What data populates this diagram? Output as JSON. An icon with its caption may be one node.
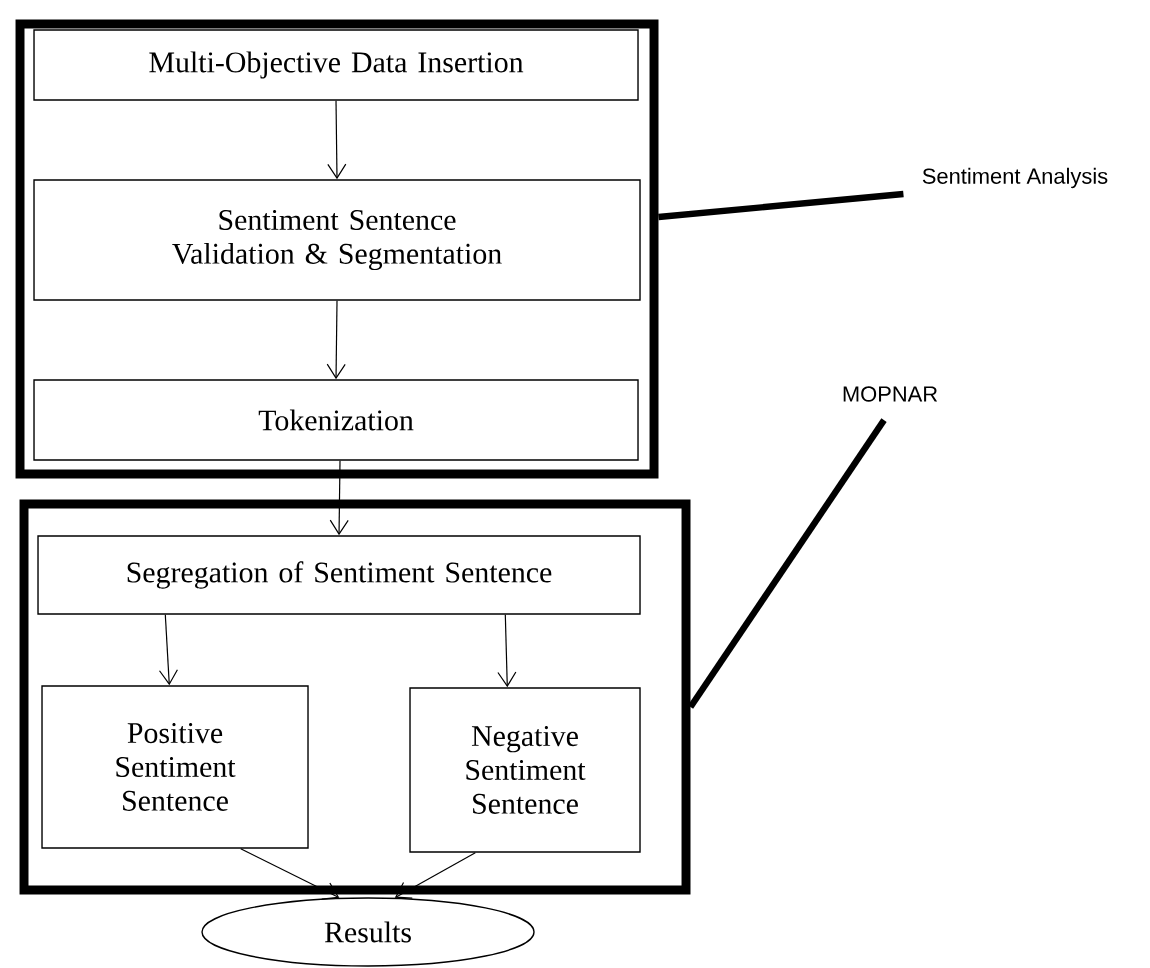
{
  "diagram": {
    "nodes": [
      {
        "text": [],
        "shape": "box"
      },
      {
        "text": [
          "Multi-Objective Data Insertion"
        ],
        "in": 0
      },
      {
        "text": [
          "Sentiment Sentence Validation & Segmentation"
        ],
        "in": 0
      },
      {
        "text": [
          "Tokenization"
        ],
        "in": 0
      },
      {
        "text": [],
        "shape": "box"
      },
      {
        "text": [
          "Segregation of Sentiment Sentence"
        ],
        "in": 4
      },
      {
        "text": [
          "Positive Sentiment Sentence"
        ],
        "in": 4
      },
      {
        "text": [
          "Negative Sentiment Sentence"
        ],
        "in": 4
      },
      {
        "text": [
          "Results"
        ]
      },
      {
        "text": [
          "Sentiment Analysis"
        ]
      },
      {
        "text": [
          "MOPNAR"
        ]
      }
    ],
    "edges": [
      {
        "from": 1,
        "to": 2,
        "arrow": "to"
      },
      {
        "from": 2,
        "to": 3,
        "arrow": "to"
      },
      {
        "from": 3,
        "to": 5,
        "arrow": "to"
      },
      {
        "from": 5,
        "to": 6,
        "arrow": "to"
      },
      {
        "from": 5,
        "to": 7,
        "arrow": "to"
      },
      {
        "from": 6,
        "to": 8,
        "arrow": "to"
      },
      {
        "from": 7,
        "to": 8,
        "arrow": "to"
      },
      {
        "from": 9,
        "to": 0,
        "arrow": "none",
        "style": "thick"
      },
      {
        "from": 10,
        "to": 4,
        "arrow": "none",
        "style": "thick"
      }
    ]
  }
}
